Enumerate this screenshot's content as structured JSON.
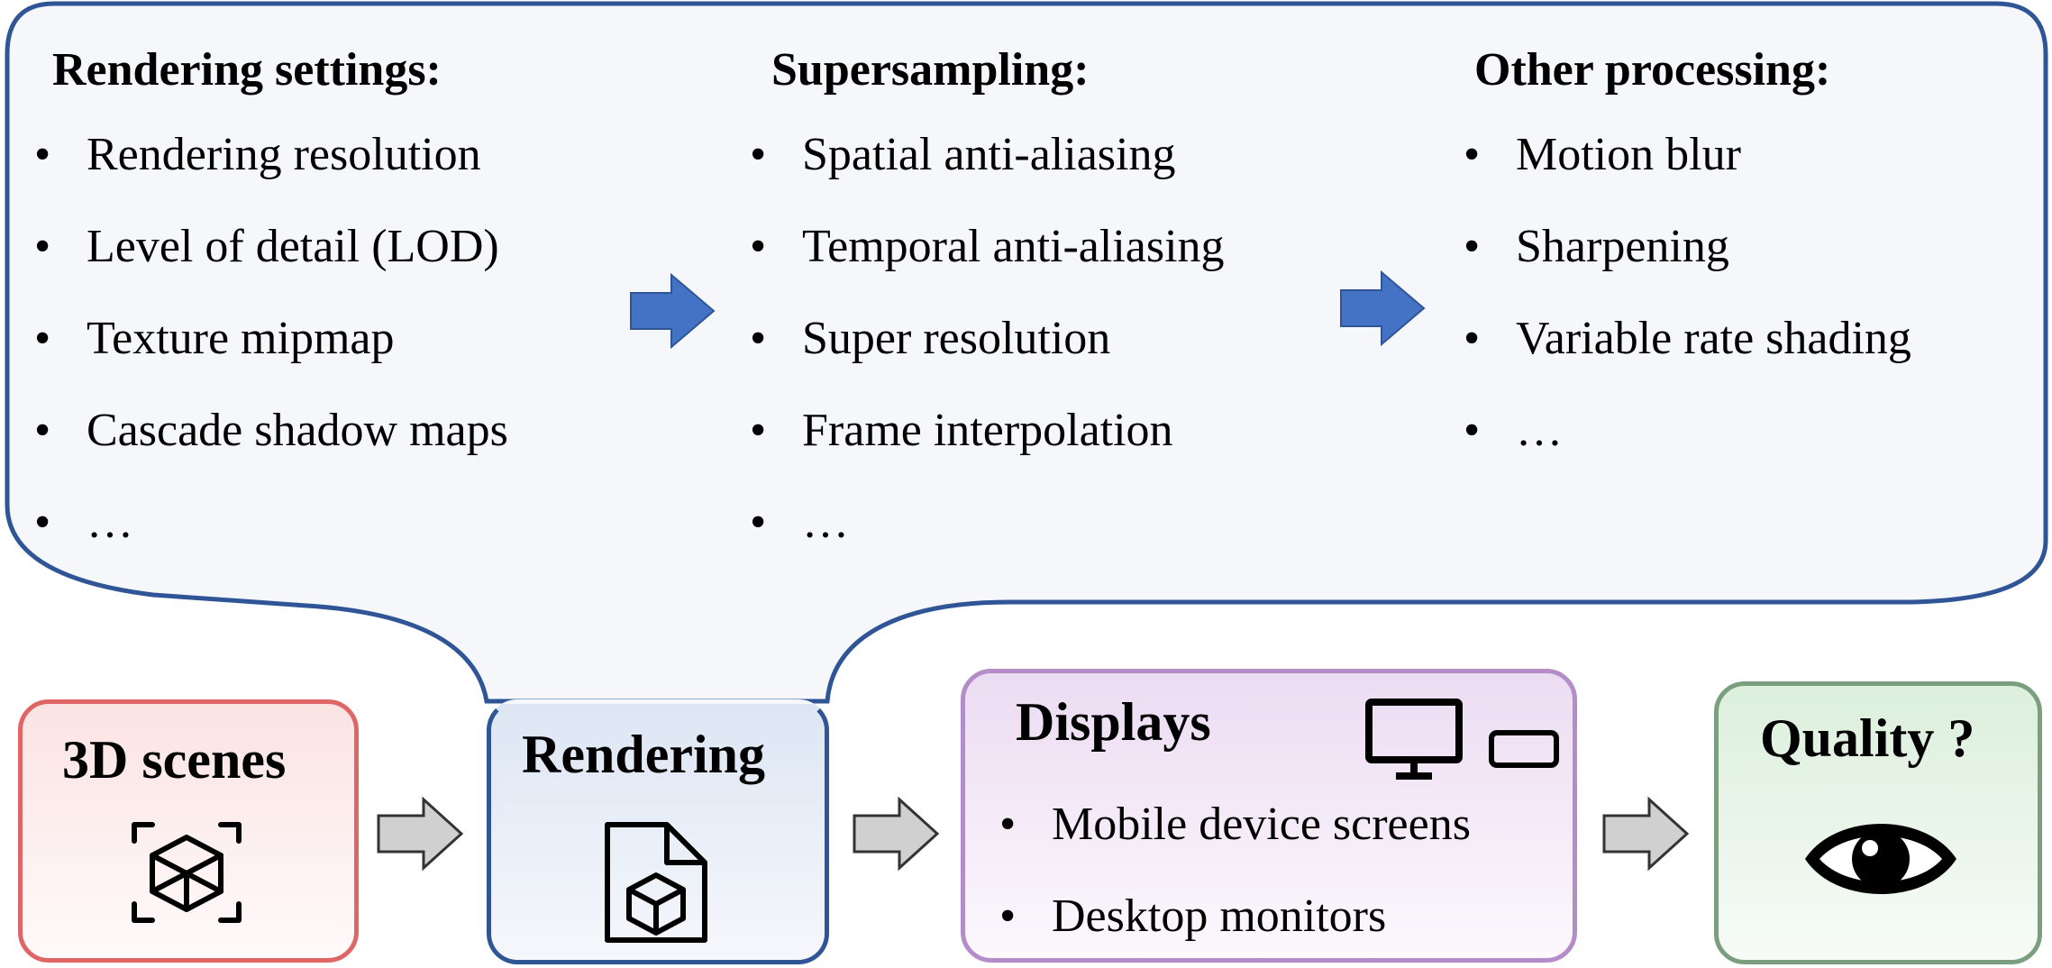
{
  "bubble": {
    "columns": [
      {
        "title": "Rendering settings:",
        "items": [
          "Rendering resolution",
          "Level of detail (LOD)",
          "Texture mipmap",
          "Cascade shadow maps",
          "…"
        ]
      },
      {
        "title": "Supersampling:",
        "items": [
          "Spatial anti-aliasing",
          "Temporal anti-aliasing",
          "Super resolution",
          "Frame interpolation",
          "…"
        ]
      },
      {
        "title": "Other processing:",
        "items": [
          "Motion blur",
          "Sharpening",
          "Variable rate shading",
          "…"
        ]
      }
    ],
    "bullet": "•"
  },
  "pipeline": {
    "scenes": {
      "title": "3D scenes",
      "icon": "3d-cube-icon",
      "color": "#e06666"
    },
    "rendering": {
      "title": "Rendering",
      "icon": "3d-file-icon",
      "color": "#2f5597"
    },
    "displays": {
      "title": "Displays",
      "items": [
        "Mobile device screens",
        "Desktop monitors"
      ],
      "icons": [
        "desktop-monitor-icon",
        "mobile-device-icon"
      ],
      "color": "#b48cc8"
    },
    "quality": {
      "title": "Quality ?",
      "icon": "eye-icon",
      "color": "#7a9e7e"
    }
  },
  "colors": {
    "bubble_border": "#2f5597",
    "bubble_fill": "#f5f7fb",
    "blue_arrow": "#4472c4",
    "gray_arrow": "#d0d0d0"
  }
}
